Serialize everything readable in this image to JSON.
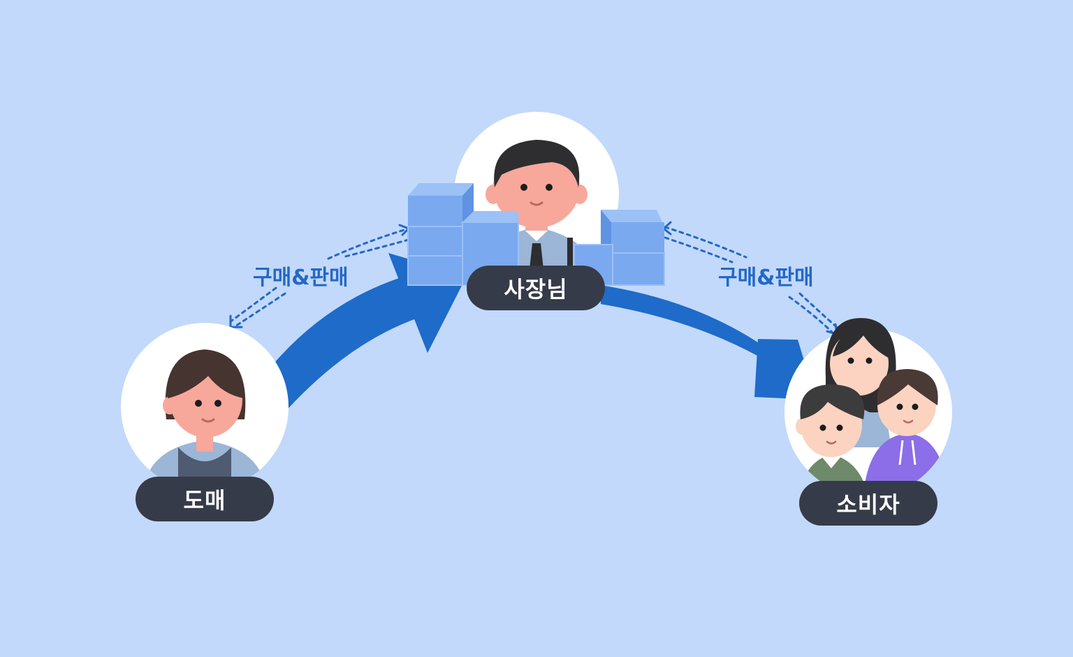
{
  "nodes": {
    "wholesale": {
      "label": "도매"
    },
    "owner": {
      "label": "사장님"
    },
    "consumer": {
      "label": "소비자"
    }
  },
  "edges": {
    "left": {
      "label": "구매&판매"
    },
    "right": {
      "label": "구매&판매"
    }
  },
  "colors": {
    "background": "#c2d9fb",
    "arrow": "#1f6bc9",
    "dotted": "#2468c6",
    "pill": "#363b49",
    "box": "#7aa9ef",
    "box_light": "#9bc1f6",
    "box_dark": "#5f93e4",
    "skin": "#f8a79b",
    "hair": "#2e2e30",
    "shirt": "#9bb6d6",
    "hoodie": "#8b6ee8"
  },
  "icons": {
    "owner": "man-with-tie-icon",
    "wholesale": "woman-with-apron-icon",
    "consumer": "family-group-icon",
    "boxes": "stacked-boxes-icon"
  }
}
